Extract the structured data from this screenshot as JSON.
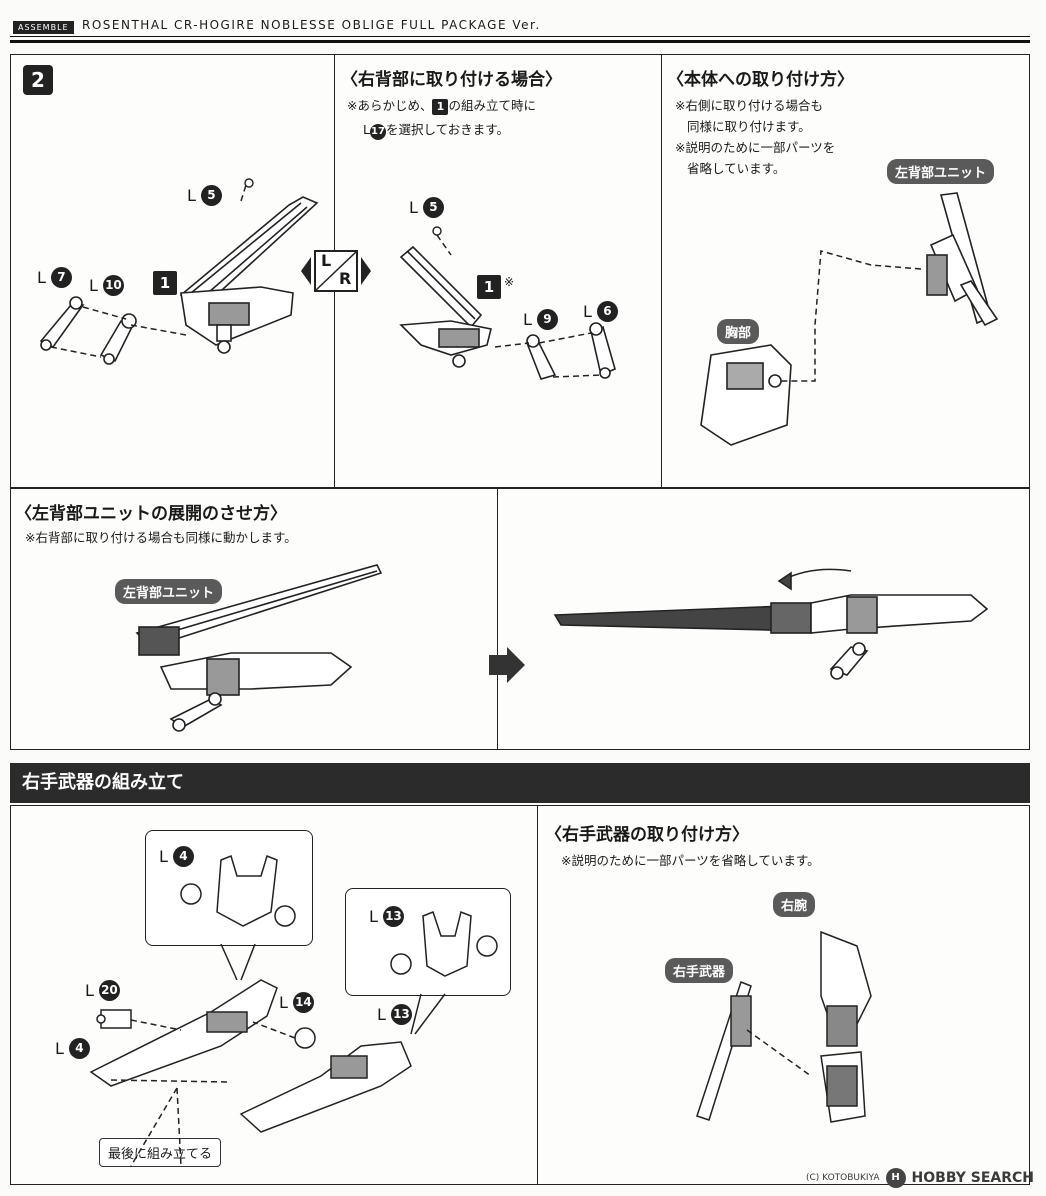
{
  "header": {
    "tag": "ASSEMBLE",
    "title": "ROSENTHAL CR-HOGIRE NOBLESSE OBLIGE FULL PACKAGE Ver."
  },
  "step2": {
    "number": "2",
    "assembly_label": "1",
    "parts": [
      {
        "side": "L",
        "num": "5"
      },
      {
        "side": "L",
        "num": "7"
      },
      {
        "side": "L",
        "num": "10"
      }
    ]
  },
  "right_back": {
    "title": "〈右背部に取り付ける場合〉",
    "note_line1_prefix": "※あらかじめ、",
    "note_line1_num": "1",
    "note_line1_suffix": "の組み立て時に",
    "note_line2_side": "L",
    "note_line2_num": "17",
    "note_line2_suffix": "を選択しておきます。",
    "assembly_label": "1",
    "assembly_mark": "※",
    "parts": [
      {
        "side": "L",
        "num": "5"
      },
      {
        "side": "L",
        "num": "9"
      },
      {
        "side": "L",
        "num": "6"
      }
    ]
  },
  "lr_badge": {
    "left": "L",
    "right": "R"
  },
  "body_attach": {
    "title": "〈本体への取り付け方〉",
    "note1": "※右側に取り付ける場合も",
    "note1b": "同様に取り付けます。",
    "note2": "※説明のために一部パーツを",
    "note2b": "省略しています。",
    "label_unit": "左背部ユニット",
    "label_chest": "胸部"
  },
  "deploy": {
    "title": "〈左背部ユニットの展開のさせ方〉",
    "note": "※右背部に取り付ける場合も同様に動かします。",
    "label_unit": "左背部ユニット"
  },
  "weapon_section": {
    "bar_title": "右手武器の組み立て",
    "parts": [
      {
        "side": "L",
        "num": "4"
      },
      {
        "side": "L",
        "num": "13"
      },
      {
        "side": "L",
        "num": "20"
      },
      {
        "side": "L",
        "num": "14"
      },
      {
        "side": "L",
        "num": "4"
      },
      {
        "side": "L",
        "num": "13"
      }
    ],
    "final_label": "最後に組み立てる"
  },
  "weapon_attach": {
    "title": "〈右手武器の取り付け方〉",
    "note": "※説明のために一部パーツを省略しています。",
    "label_arm": "右腕",
    "label_weapon": "右手武器"
  },
  "watermark": {
    "text": "(C) KOTOBUKIYA",
    "brand": "HOBBY SEARCH"
  }
}
